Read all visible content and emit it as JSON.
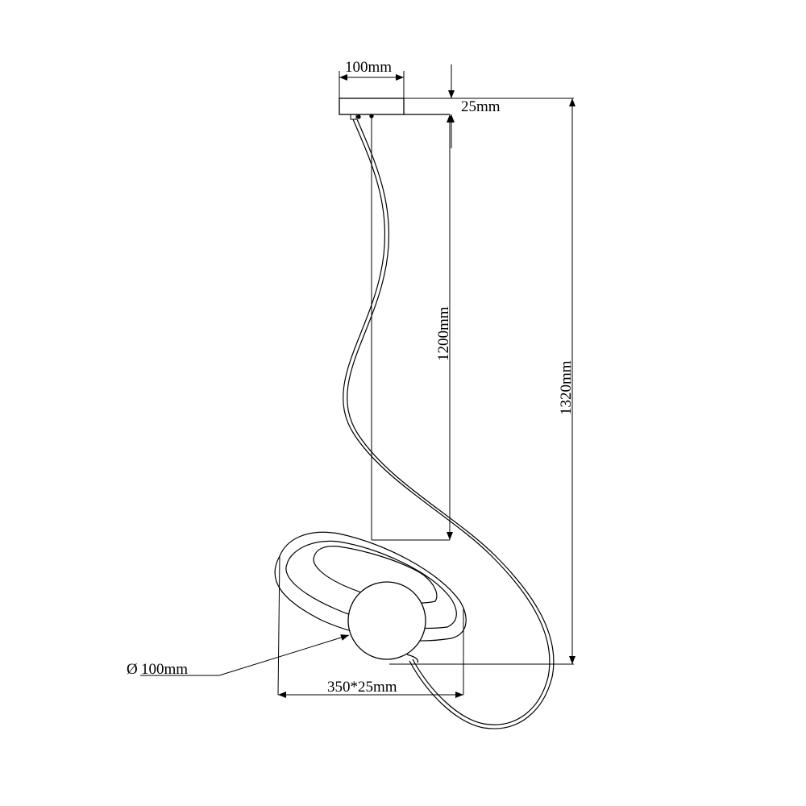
{
  "dimensions": {
    "canopy_width": "100mm",
    "canopy_height": "25mm",
    "cable_length": "1200mm",
    "overall_height": "1320mm",
    "globe_diameter": "100mm",
    "ring_size": "350*25mm",
    "diameter_symbol": "Ø"
  },
  "colors": {
    "line": "#000000",
    "background": "#ffffff"
  }
}
